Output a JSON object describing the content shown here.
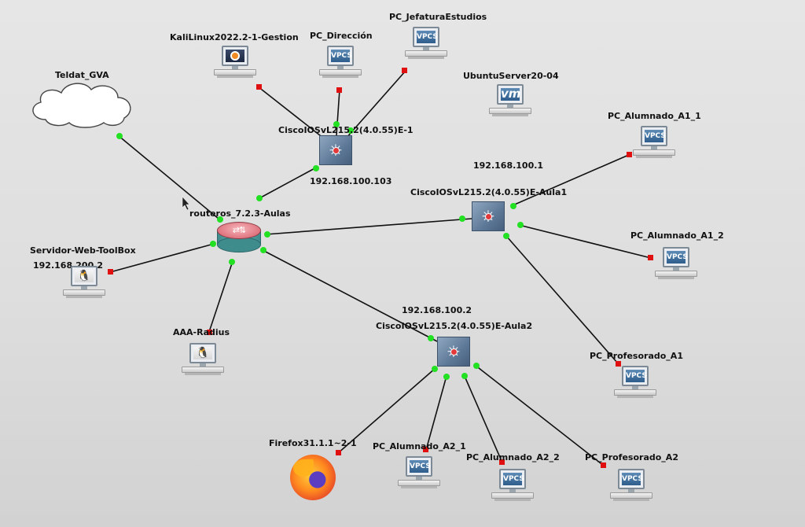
{
  "window": {
    "title": "GNS3 topology"
  },
  "nodes": {
    "teldat": {
      "label": "Teldat_GVA"
    },
    "kali": {
      "label": "KaliLinux2022.2-1-Gestion"
    },
    "pc_direccion": {
      "label": "PC_Dirección",
      "icon_text": "VPCS"
    },
    "pc_jefatura": {
      "label": "PC_JefaturaEstudios",
      "icon_text": "VPCS"
    },
    "ubuntu": {
      "label": "UbuntuServer20-04",
      "icon_text": "vm"
    },
    "switch1": {
      "label": "CiscoIOSvL215.2(4.0.55)E-1",
      "ip": "192.168.100.103"
    },
    "pc_a1_1": {
      "label": "PC_Alumnado_A1_1",
      "icon_text": "VPCS"
    },
    "switch_aula1": {
      "label": "CiscoIOSvL215.2(4.0.55)E-Aula1",
      "ip": "192.168.100.1"
    },
    "router": {
      "label": "routeros_7.2.3-Aulas"
    },
    "servidor": {
      "label": "Servidor-Web-ToolBox",
      "ip": "192.168.200.2"
    },
    "pc_a1_2": {
      "label": "PC_Alumnado_A1_2",
      "icon_text": "VPCS"
    },
    "aaa": {
      "label": "AAA-Radius"
    },
    "switch_aula2": {
      "label": "CiscoIOSvL215.2(4.0.55)E-Aula2",
      "ip": "192.168.100.2"
    },
    "pc_prof_a1": {
      "label": "PC_Profesorado_A1",
      "icon_text": "VPCS"
    },
    "firefox": {
      "label": "Firefox31.1.1~2-1"
    },
    "pc_a2_1": {
      "label": "PC_Alumnado_A2_1",
      "icon_text": "VPCS"
    },
    "pc_a2_2": {
      "label": "PC_Alumnado_A2_2",
      "icon_text": "VPCS"
    },
    "pc_prof_a2": {
      "label": "PC_Profesorado_A2",
      "icon_text": "VPCS"
    }
  },
  "colors": {
    "link": "#111111",
    "port_up": "#22e022",
    "port_down": "#e01010"
  }
}
